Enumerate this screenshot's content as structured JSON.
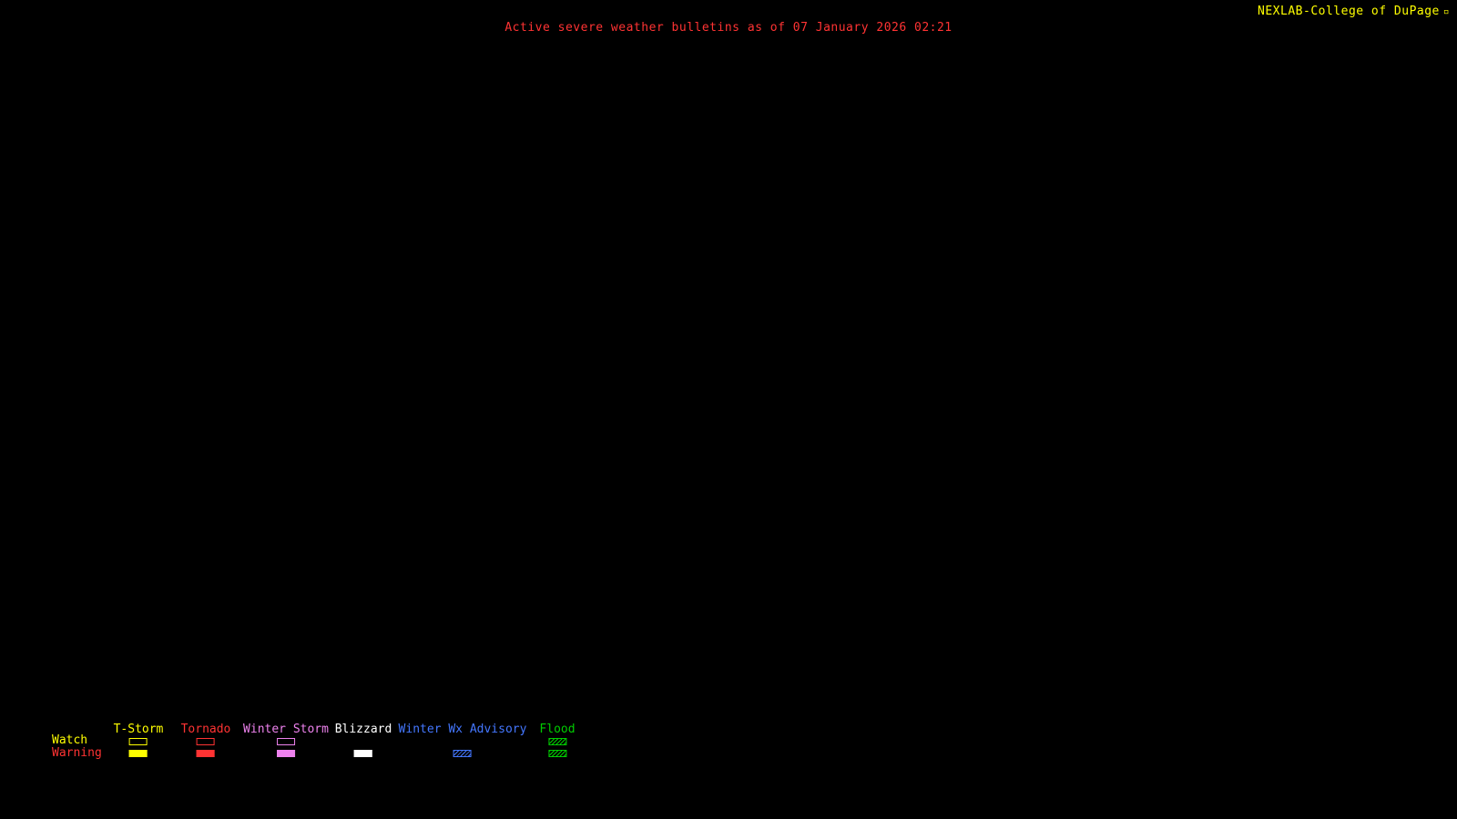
{
  "header": {
    "title": "Active severe weather bulletins as of 07 January 2026 02:21",
    "title_color": "#ff3333",
    "brand": "NEXLAB-College of DuPage",
    "brand_mark": "▫",
    "brand_color": "#ffff00"
  },
  "map": {
    "background": "#000000"
  },
  "legend": {
    "rows": [
      {
        "label": "Watch",
        "color": "#ffff00"
      },
      {
        "label": "Warning",
        "color": "#ff3333"
      }
    ],
    "columns": [
      {
        "label": "T-Storm",
        "color": "#ffff00",
        "watch_style": "outline",
        "warning_style": "fill"
      },
      {
        "label": "Tornado",
        "color": "#ff3333",
        "watch_style": "outline",
        "warning_style": "fill"
      },
      {
        "label": "Winter Storm",
        "color": "#ee82ee",
        "watch_style": "outline",
        "warning_style": "fill"
      },
      {
        "label": "Blizzard",
        "color": "#ffffff",
        "watch_style": "none",
        "warning_style": "fill"
      },
      {
        "label": "Winter Wx Advisory",
        "color": "#4477ff",
        "watch_style": "none",
        "warning_style": "hatch"
      },
      {
        "label": "Flood",
        "color": "#00cc00",
        "watch_style": "hatch",
        "warning_style": "hatch"
      }
    ]
  }
}
